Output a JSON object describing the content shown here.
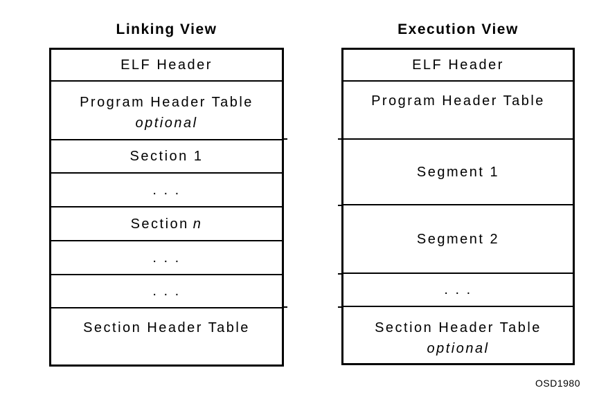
{
  "figure": {
    "caption": "OSD1980",
    "colors": {
      "background": "#ffffff",
      "line": "#000000",
      "text": "#000000"
    },
    "views": [
      {
        "title": "Linking View",
        "rows": [
          {
            "text": "ELF Header"
          },
          {
            "text": "Program Header Table",
            "note": "optional"
          },
          {
            "text": "Section 1"
          },
          {
            "text": ". . ."
          },
          {
            "text": "Section",
            "suffix": "n"
          },
          {
            "text": ". . ."
          },
          {
            "text": ". . ."
          },
          {
            "text": "Section Header Table"
          }
        ]
      },
      {
        "title": "Execution View",
        "rows": [
          {
            "text": "ELF Header"
          },
          {
            "text": "Program Header Table"
          },
          {
            "text": "Segment 1"
          },
          {
            "text": "Segment 2"
          },
          {
            "text": ". . ."
          },
          {
            "text": "Section Header Table",
            "note": "optional"
          }
        ]
      }
    ]
  }
}
